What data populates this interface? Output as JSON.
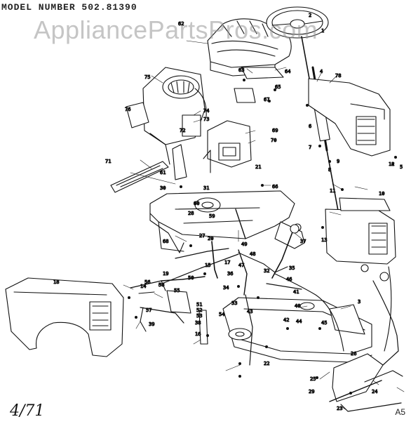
{
  "header": {
    "model_number": "MODEL NUMBER 502.81390"
  },
  "watermark": {
    "text": "AppliancePartsPros.com"
  },
  "footer": {
    "handwritten_date": "4/71",
    "page_ref": "A5"
  },
  "callouts": [
    {
      "id": "c1",
      "label": "62"
    },
    {
      "id": "c2",
      "label": "64"
    },
    {
      "id": "c3",
      "label": "63"
    },
    {
      "id": "c4",
      "label": "4"
    },
    {
      "id": "c5",
      "label": "78"
    },
    {
      "id": "c6",
      "label": "75"
    },
    {
      "id": "c7",
      "label": "76"
    },
    {
      "id": "c8",
      "label": "74"
    },
    {
      "id": "c9",
      "label": "73"
    },
    {
      "id": "c10",
      "label": "72"
    },
    {
      "id": "c11",
      "label": "71"
    },
    {
      "id": "c12",
      "label": "61"
    },
    {
      "id": "c13",
      "label": "30"
    },
    {
      "id": "c14",
      "label": "69"
    },
    {
      "id": "c15",
      "label": "70"
    },
    {
      "id": "c16",
      "label": "66"
    },
    {
      "id": "c17",
      "label": "67"
    },
    {
      "id": "c18",
      "label": "65"
    },
    {
      "id": "c19",
      "label": "60"
    },
    {
      "id": "c20",
      "label": "59"
    },
    {
      "id": "c21",
      "label": "28"
    },
    {
      "id": "c22",
      "label": "27"
    },
    {
      "id": "c23",
      "label": "11"
    },
    {
      "id": "c24",
      "label": "7"
    },
    {
      "id": "c25",
      "label": "8"
    },
    {
      "id": "c26",
      "label": "9"
    },
    {
      "id": "c27",
      "label": "10"
    },
    {
      "id": "c28",
      "label": "12"
    },
    {
      "id": "c29",
      "label": "5"
    },
    {
      "id": "c30",
      "label": "13"
    },
    {
      "id": "c31",
      "label": "14"
    },
    {
      "id": "c32",
      "label": "15"
    },
    {
      "id": "c33",
      "label": "16"
    },
    {
      "id": "c34",
      "label": "17"
    },
    {
      "id": "c35",
      "label": "18"
    },
    {
      "id": "c36",
      "label": "19"
    },
    {
      "id": "c37",
      "label": "20"
    },
    {
      "id": "c38",
      "label": "21"
    },
    {
      "id": "c39",
      "label": "22"
    },
    {
      "id": "c40",
      "label": "23"
    },
    {
      "id": "c41",
      "label": "24"
    },
    {
      "id": "c42",
      "label": "25"
    },
    {
      "id": "c43",
      "label": "26"
    },
    {
      "id": "c44",
      "label": "29"
    },
    {
      "id": "c45",
      "label": "31"
    },
    {
      "id": "c46",
      "label": "32"
    },
    {
      "id": "c47",
      "label": "33"
    },
    {
      "id": "c48",
      "label": "34"
    },
    {
      "id": "c49",
      "label": "35"
    },
    {
      "id": "c50",
      "label": "36"
    },
    {
      "id": "c51",
      "label": "37"
    },
    {
      "id": "c52",
      "label": "38"
    },
    {
      "id": "c53",
      "label": "39"
    },
    {
      "id": "c54",
      "label": "40"
    },
    {
      "id": "c55",
      "label": "41"
    },
    {
      "id": "c56",
      "label": "42"
    },
    {
      "id": "c57",
      "label": "43"
    },
    {
      "id": "c58",
      "label": "44"
    },
    {
      "id": "c59",
      "label": "45"
    },
    {
      "id": "c60",
      "label": "46"
    },
    {
      "id": "c61",
      "label": "47"
    },
    {
      "id": "c62",
      "label": "48"
    },
    {
      "id": "c63",
      "label": "49"
    },
    {
      "id": "c64",
      "label": "50"
    },
    {
      "id": "c65",
      "label": "51"
    },
    {
      "id": "c66",
      "label": "52"
    },
    {
      "id": "c67",
      "label": "53"
    },
    {
      "id": "c68",
      "label": "54"
    },
    {
      "id": "c69",
      "label": "55"
    },
    {
      "id": "c70",
      "label": "56"
    },
    {
      "id": "c71",
      "label": "57"
    },
    {
      "id": "c72",
      "label": "58"
    },
    {
      "id": "c73",
      "label": "68"
    },
    {
      "id": "c74",
      "label": "6"
    },
    {
      "id": "c75",
      "label": "3"
    },
    {
      "id": "c76",
      "label": "2"
    },
    {
      "id": "c77",
      "label": "1"
    }
  ]
}
